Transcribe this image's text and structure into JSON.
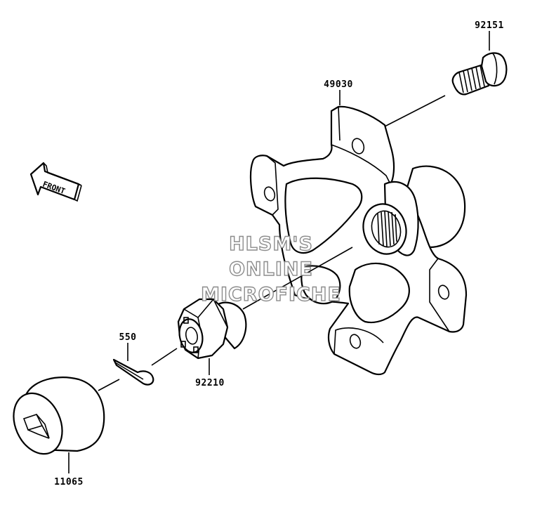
{
  "parts": [
    {
      "id": "p92151",
      "number": "92151",
      "name": "hub-stud"
    },
    {
      "id": "p49030",
      "number": "49030",
      "name": "wheel-hub"
    },
    {
      "id": "p550",
      "number": "550",
      "name": "cotter-pin"
    },
    {
      "id": "p92210",
      "number": "92210",
      "name": "castle-nut"
    },
    {
      "id": "p11065",
      "number": "11065",
      "name": "hub-cap"
    }
  ],
  "direction_indicator": {
    "label": "FRONT"
  },
  "watermark": {
    "lines": [
      "HLSM'S",
      "ONLINE",
      "MICROFICHE"
    ],
    "color": "#8c8c8c"
  },
  "colors": {
    "line": "#000000",
    "background": "#ffffff"
  }
}
